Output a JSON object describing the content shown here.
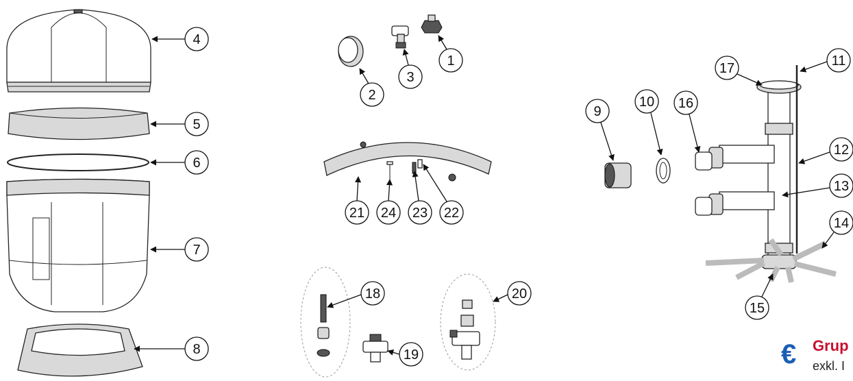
{
  "callouts": [
    "1",
    "2",
    "3",
    "4",
    "5",
    "6",
    "7",
    "8",
    "9",
    "10",
    "11",
    "12",
    "13",
    "14",
    "15",
    "16",
    "17",
    "18",
    "19",
    "20",
    "21",
    "22",
    "23",
    "24"
  ],
  "brand": {
    "name": "Grup",
    "sub": "exkl. I",
    "symbol": "€",
    "color": "#1a5fb4",
    "name_color": "#c8102e"
  }
}
